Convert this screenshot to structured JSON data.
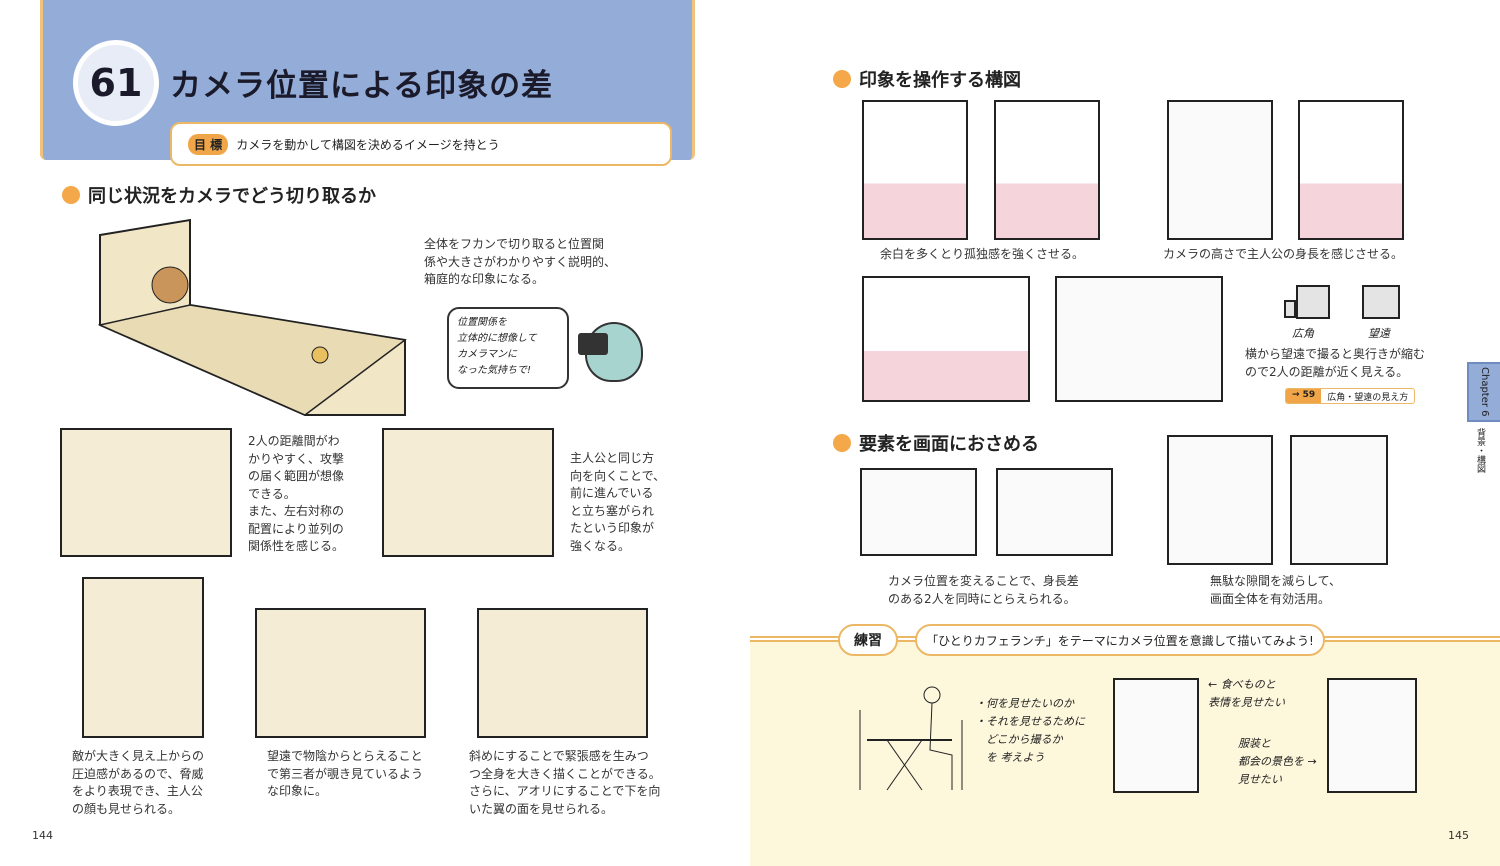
{
  "left_page": {
    "lesson_number": "61",
    "title": "カメラ位置による印象の差",
    "goal_label": "目 標",
    "goal_text": "カメラを動かして構図を決めるイメージを持とう",
    "section_heading": "同じ状況をカメラでどう切り取るか",
    "overview_caption": [
      "全体をフカンで切り取ると位置関",
      "係や大きさがわかりやすく説明的、",
      "箱庭的な印象になる。"
    ],
    "bubble_text": [
      "位置関係を",
      "立体的に想像して",
      "カメラマンに",
      "なった気持ちで!"
    ],
    "caption_side": [
      "2人の距離間がわ",
      "かりやすく、攻撃",
      "の届く範囲が想像",
      "できる。",
      "また、左右対称の",
      "配置により並列の",
      "関係性を感じる。"
    ],
    "caption_back": [
      "主人公と同じ方",
      "向を向くことで、",
      "前に進んでいる",
      "と立ち塞がられ",
      "たという印象が",
      "強くなる。"
    ],
    "caption_low": [
      "敵が大きく見え上からの",
      "圧迫感があるので、脅威",
      "をより表現でき、主人公",
      "の顔も見せられる。"
    ],
    "caption_tele": [
      "望遠で物陰からとらえること",
      "で第三者が覗き見ているよう",
      "な印象に。"
    ],
    "caption_tilt": [
      "斜めにすることで緊張感を生みつ",
      "つ全身を大きく描くことができる。",
      "さらに、アオリにすることで下を向",
      "いた翼の面を見せられる。"
    ],
    "page_number": "144"
  },
  "right_page": {
    "section1_heading": "印象を操作する構図",
    "caption_loneliness": "余白を多くとり孤独感を強くさせる。",
    "caption_height": "カメラの高さで主人公の身長を感じさせる。",
    "lens_wide": "広角",
    "lens_tele": "望遠",
    "caption_distance": [
      "横から望遠で撮ると奥行きが縮む",
      "ので2人の距離が近く見える。"
    ],
    "ref_number": "→ 59",
    "ref_title": "広角・望遠の見え方",
    "section2_heading": "要素を画面におさめる",
    "caption_two": [
      "カメラ位置を変えることで、身長差",
      "のある2人を同時にとらえられる。"
    ],
    "caption_gap": [
      "無駄な隙間を減らして、",
      "画面全体を有効活用。"
    ],
    "practice_label": "練習",
    "practice_text": "「ひとりカフェランチ」をテーマにカメラ位置を意識して描いてみよう!",
    "note_points": [
      "・何を見せたいのか",
      "・それを見せるために",
      "　どこから撮るか",
      "　を 考えよう"
    ],
    "note_food": [
      "← 食べものと",
      "表情を見せたい"
    ],
    "note_outfit": [
      "服装と",
      "都会の景色を →",
      "見せたい"
    ],
    "chapter_tab": "Chapter 6",
    "chapter_sub": "背景・構図",
    "page_number": "145"
  },
  "colors": {
    "header_blue": "#93acd8",
    "accent_orange": "#f4a84a",
    "practice_bg": "#fdf7dc"
  }
}
